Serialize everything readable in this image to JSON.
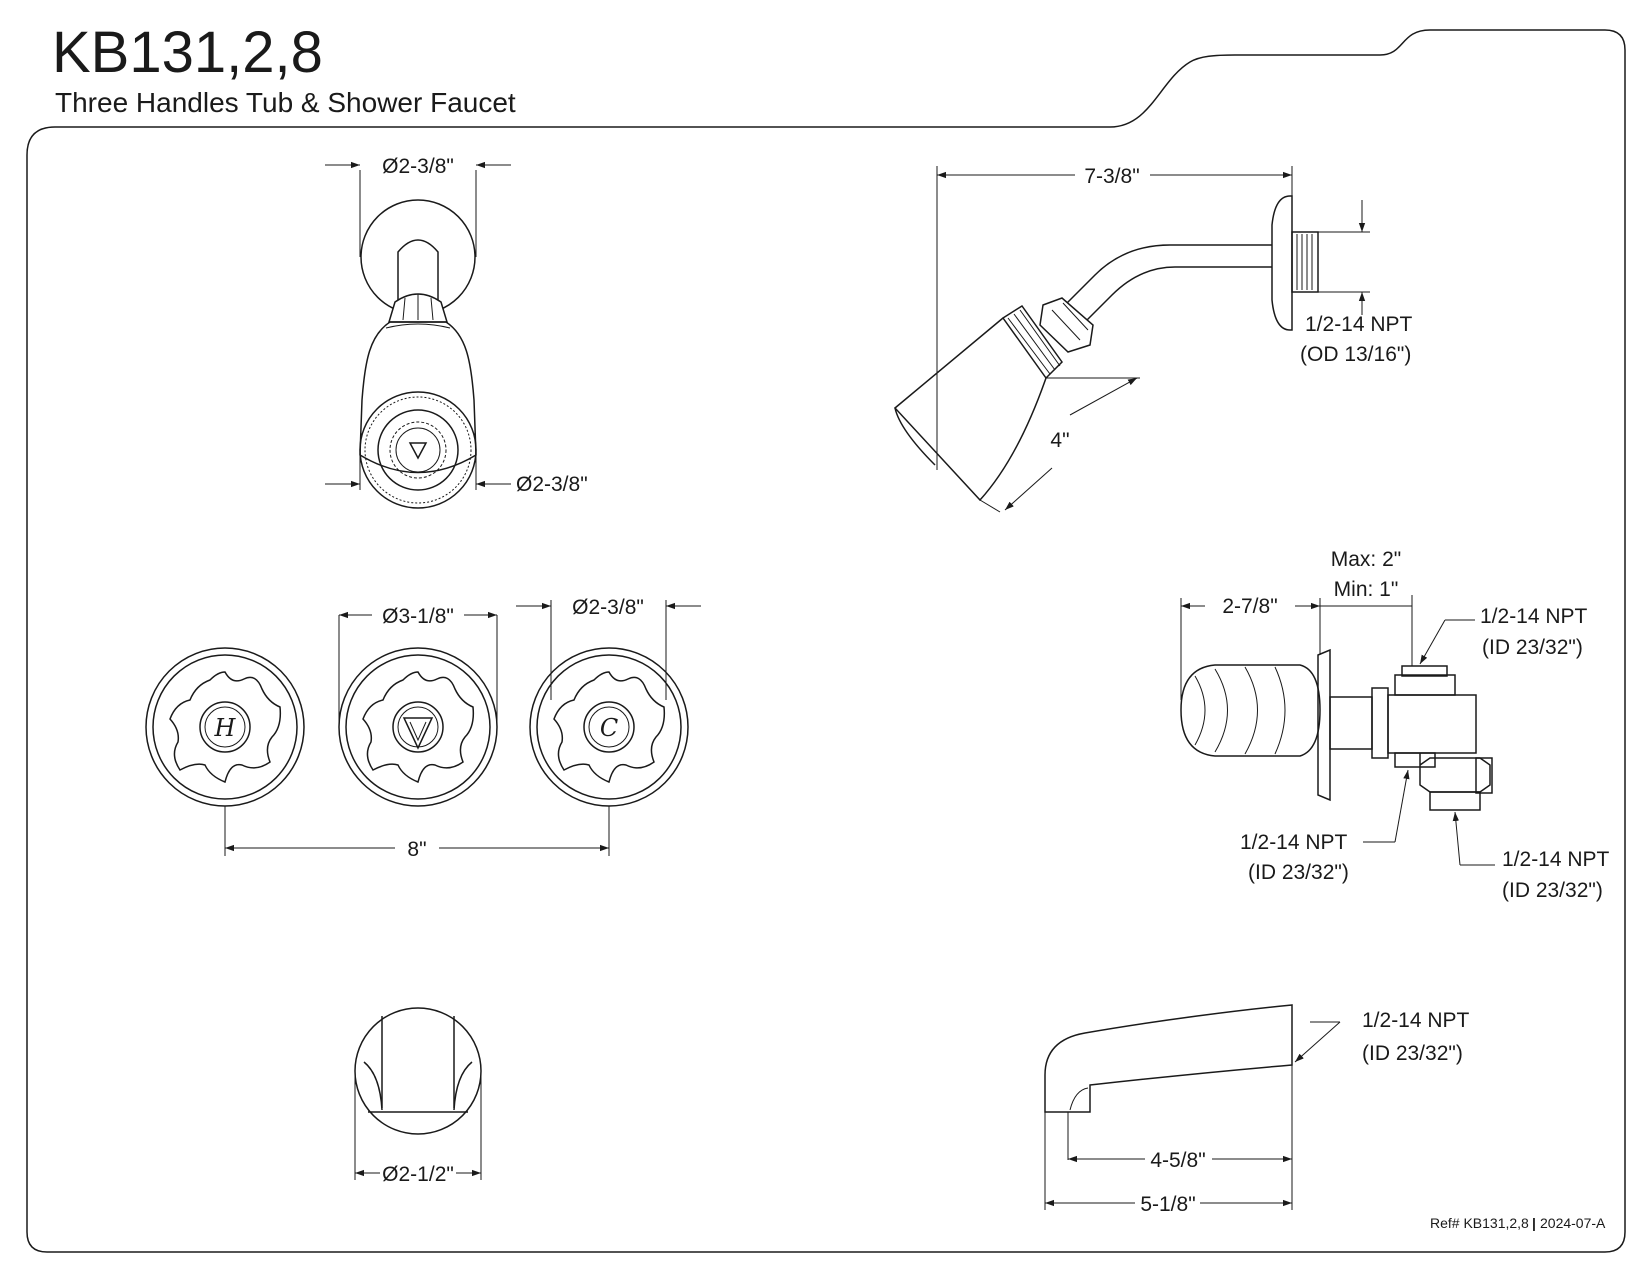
{
  "header": {
    "model": "KB131,2,8",
    "subtitle": "Three Handles Tub & Shower Faucet"
  },
  "showerhead_front": {
    "flange_dia": "Ø2-3/8\"",
    "face_dia": "Ø2-3/8\""
  },
  "showerhead_side": {
    "length": "7-3/8\"",
    "head_length": "4\"",
    "thread_1": "1/2-14 NPT",
    "thread_2": "(OD 13/16\")"
  },
  "handles_front": {
    "center_dia": "Ø3-1/8\"",
    "right_dia": "Ø2-3/8\"",
    "spacing": "8\"",
    "hot_mark": "H",
    "cold_mark": "C"
  },
  "valve_side": {
    "max": "Max: 2\"",
    "min": "Min: 1\"",
    "handle_depth": "2-7/8\"",
    "top_port_1": "1/2-14 NPT",
    "top_port_2": "(ID 23/32\")",
    "left_port_1": "1/2-14 NPT",
    "left_port_2": "(ID 23/32\")",
    "bottom_port_1": "1/2-14 NPT",
    "bottom_port_2": "(ID 23/32\")"
  },
  "spout_front": {
    "dia": "Ø2-1/2\""
  },
  "spout_side": {
    "port_1": "1/2-14 NPT",
    "port_2": "(ID 23/32\")",
    "reach": "4-5/8\"",
    "length": "5-1/8\""
  },
  "footer": {
    "ref": "Ref# KB131,2,8",
    "separator": "|",
    "revision": "2024-07-A"
  }
}
